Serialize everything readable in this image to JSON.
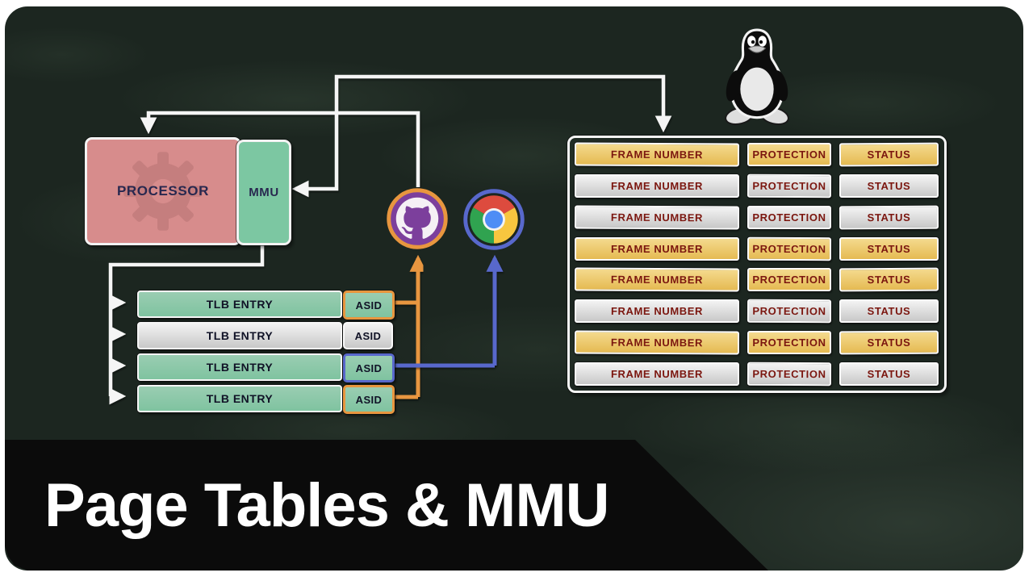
{
  "title": {
    "text": "Page Tables & MMU"
  },
  "colors": {
    "board_bg": "#1c2620",
    "banner_bg": "#0b0b0b",
    "processor_fill": "#d78c8c",
    "mmu_fill": "#7cc7a2",
    "tlb_green": "#8cc6a4",
    "tlb_silver": "#d9d9d9",
    "table_gold": "#ecc96d",
    "table_silver": "#dcdcdc",
    "table_text": "#7b160f",
    "asid_ring_orange": "#e8963f",
    "asid_ring_blue": "#5868cc",
    "wire_white": "#f5f5f5",
    "github_purple": "#7c3f9c",
    "chrome_blue_center": "#4e8df5"
  },
  "diagram": {
    "processor": {
      "label": "PROCESSOR",
      "icon": "gear-icon"
    },
    "mmu": {
      "label": "MMU"
    },
    "tlb": {
      "rows": [
        {
          "label": "TLB ENTRY",
          "variant": "green"
        },
        {
          "label": "TLB ENTRY",
          "variant": "silver"
        },
        {
          "label": "TLB ENTRY",
          "variant": "green"
        },
        {
          "label": "TLB ENTRY",
          "variant": "green"
        }
      ]
    },
    "asid": {
      "boxes": [
        {
          "label": "ASID",
          "ring": "orange"
        },
        {
          "label": "ASID",
          "ring": "white"
        },
        {
          "label": "ASID",
          "ring": "blue"
        },
        {
          "label": "ASID",
          "ring": "orange"
        }
      ]
    },
    "icons": {
      "github": "github-octocat-logo",
      "chrome": "chrome-browser-logo",
      "linux": "tux-penguin"
    },
    "page_table": {
      "rows": [
        {
          "frame": "FRAME NUMBER",
          "protection": "PROTECTION",
          "status": "STATUS",
          "variant": "gold"
        },
        {
          "frame": "FRAME NUMBER",
          "protection": "PROTECTION",
          "status": "STATUS",
          "variant": "silver"
        },
        {
          "frame": "FRAME NUMBER",
          "protection": "PROTECTION",
          "status": "STATUS",
          "variant": "silver"
        },
        {
          "frame": "FRAME NUMBER",
          "protection": "PROTECTION",
          "status": "STATUS",
          "variant": "gold"
        },
        {
          "frame": "FRAME NUMBER",
          "protection": "PROTECTION",
          "status": "STATUS",
          "variant": "gold"
        },
        {
          "frame": "FRAME NUMBER",
          "protection": "PROTECTION",
          "status": "STATUS",
          "variant": "silver"
        },
        {
          "frame": "FRAME NUMBER",
          "protection": "PROTECTION",
          "status": "STATUS",
          "variant": "gold"
        },
        {
          "frame": "FRAME NUMBER",
          "protection": "PROTECTION",
          "status": "STATUS",
          "variant": "silver"
        }
      ]
    }
  }
}
